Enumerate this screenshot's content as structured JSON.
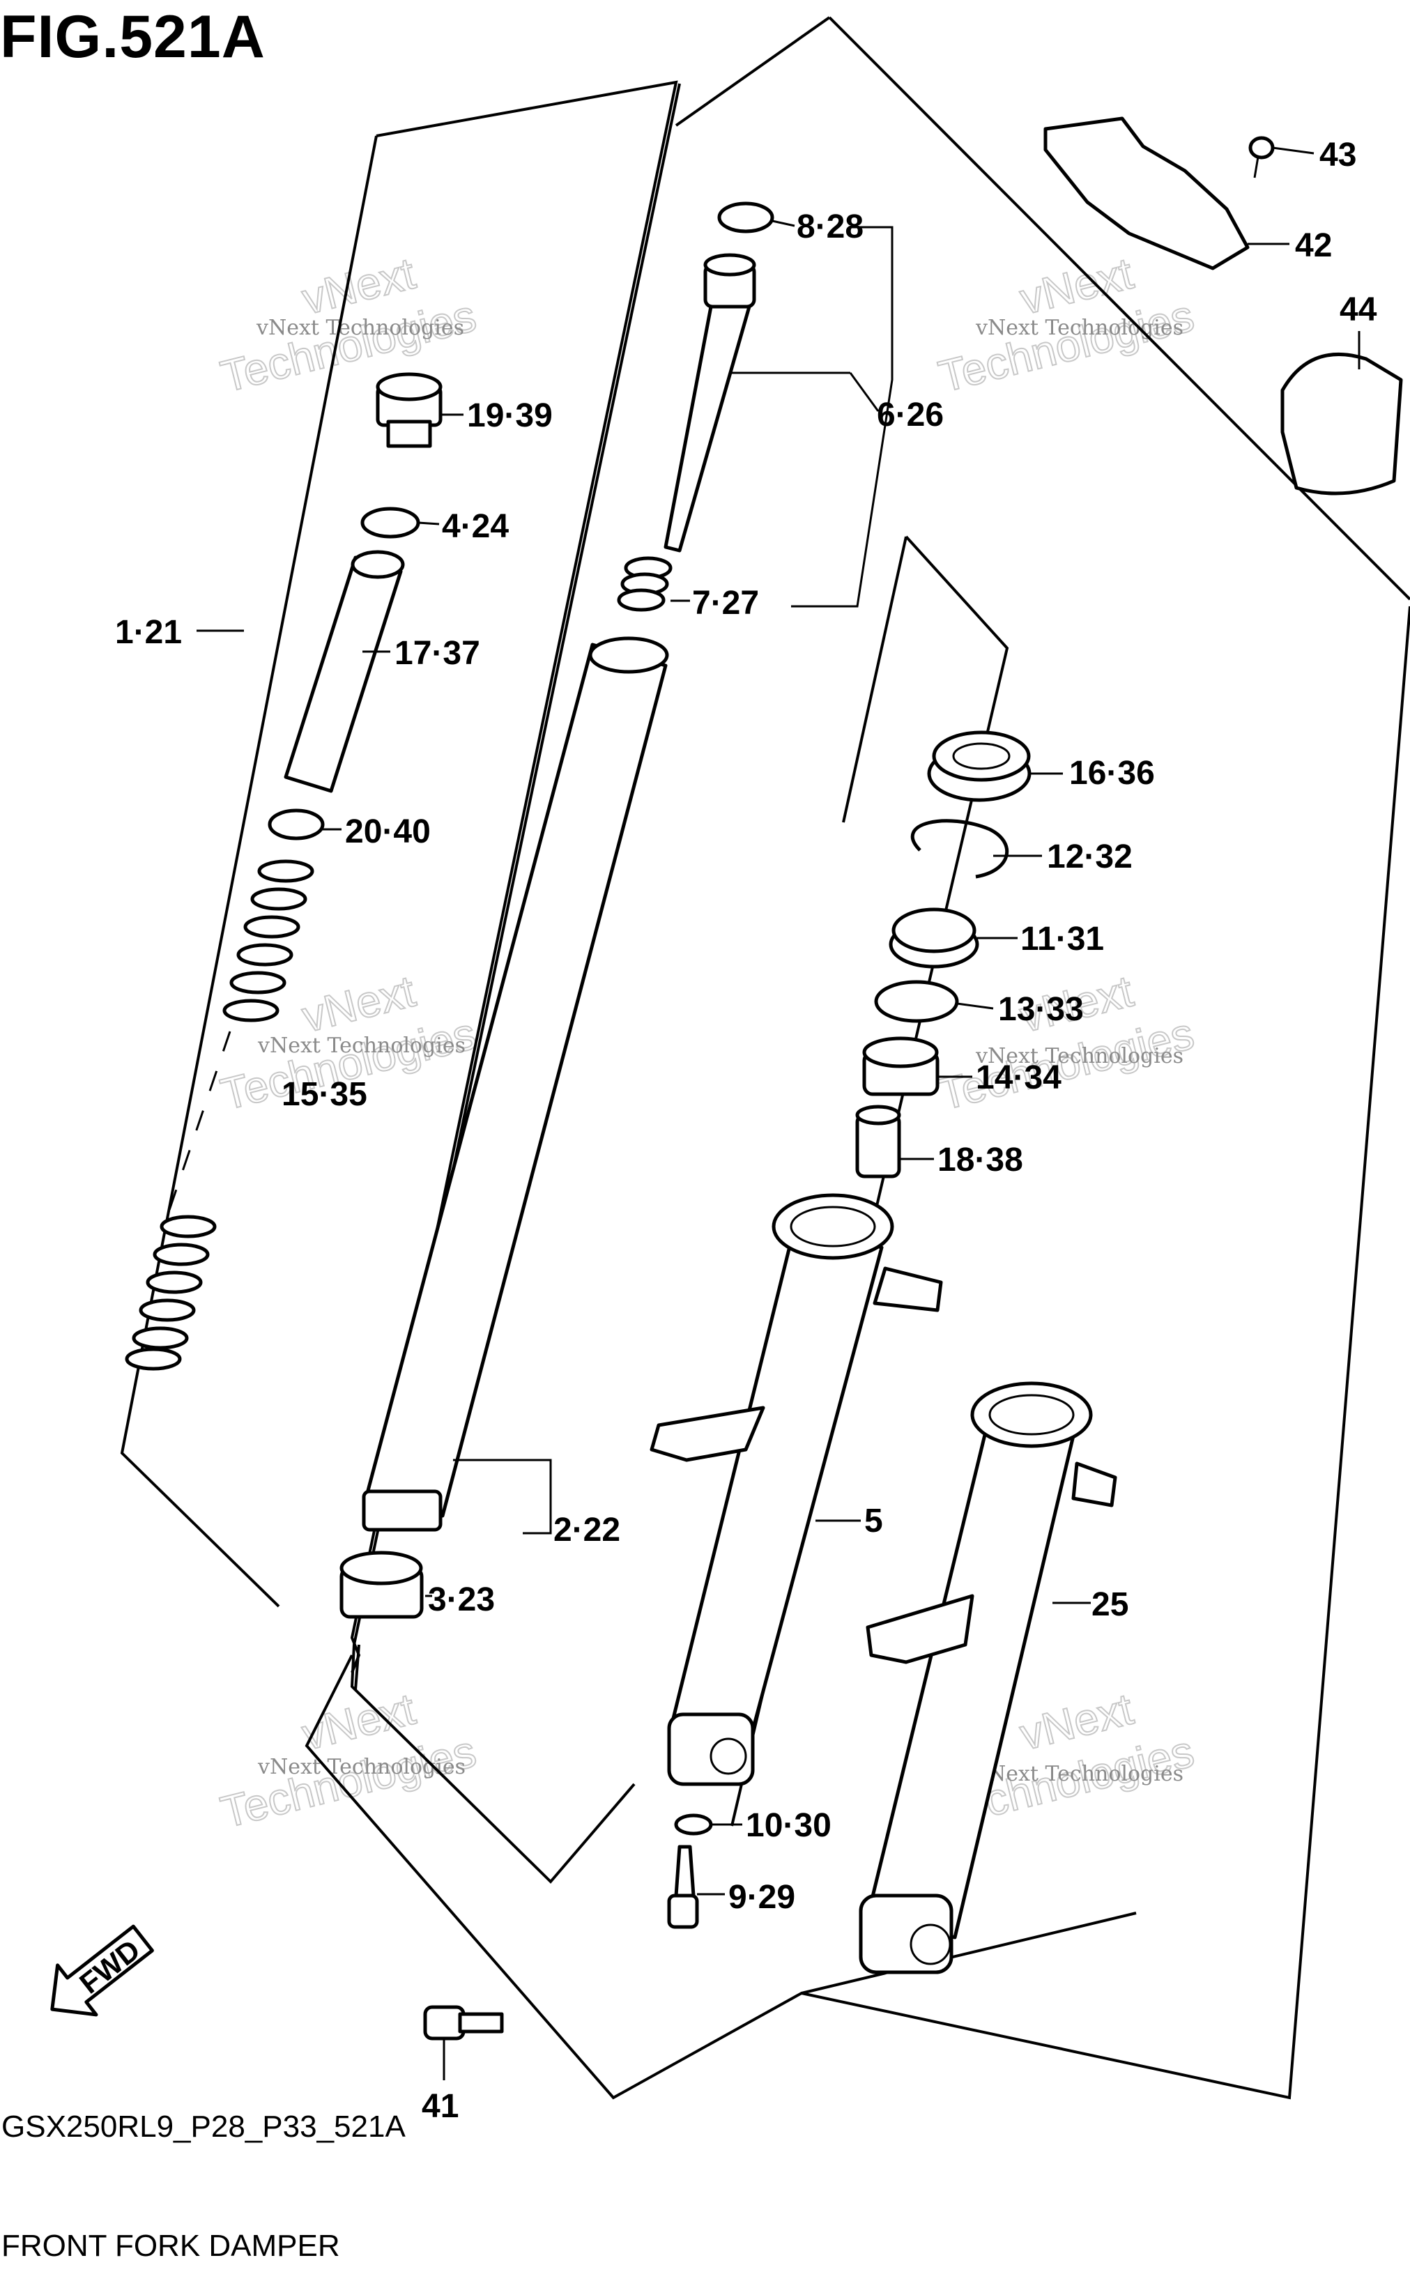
{
  "figure": {
    "title": "FIG.521A",
    "code": "GSX250RL9_P28_P33_521A",
    "name": "FRONT FORK DAMPER"
  },
  "direction_marker": "FWD",
  "watermark": {
    "line1": "vNext Technologies",
    "line2": "vNext",
    "line3": "Technologies"
  },
  "callouts": [
    "8·28",
    "6·26",
    "7·27",
    "19·39",
    "4·24",
    "1·21",
    "17·37",
    "20·40",
    "15·35",
    "2·22",
    "3·23",
    "16·36",
    "12·32",
    "11·31",
    "13·33",
    "14·34",
    "18·38",
    "5",
    "25",
    "10·30",
    "9·29",
    "41",
    "43",
    "42",
    "44"
  ]
}
